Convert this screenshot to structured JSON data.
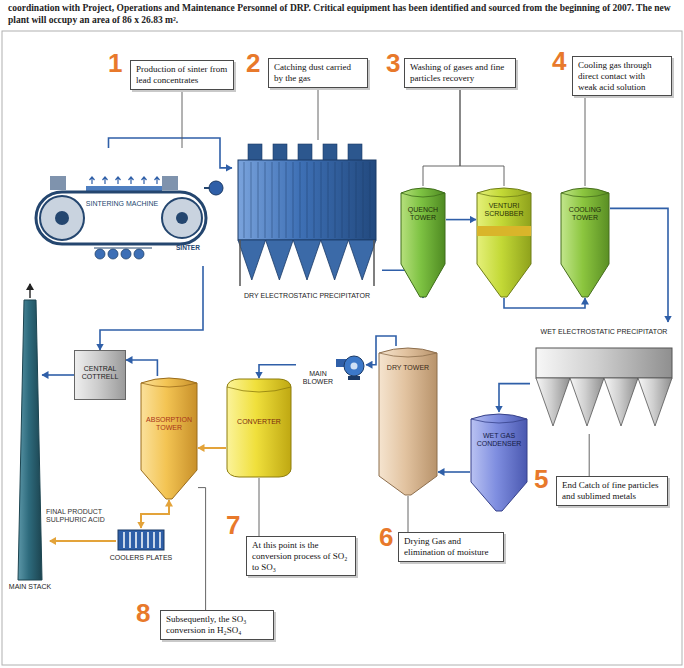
{
  "diagram": {
    "nodes": [
      {
        "text": [
          "Production of sinter from lead concentrates"
        ]
      },
      {
        "text": [
          "Catching dust carried by the gas"
        ]
      },
      {
        "text": [
          "Washing of gases and fine particles recovery"
        ]
      },
      {
        "text": [
          "Cooling gas through direct contact with weak acid solution"
        ]
      },
      {
        "text": [
          "SINTERING MACHINE"
        ]
      },
      {
        "text": [
          "DRY ELECTROSTATIC PRECIPITATOR"
        ]
      },
      {
        "text": [
          "QUENCH TOWER"
        ]
      },
      {
        "text": [
          "VENTURI SCRUBBER"
        ]
      },
      {
        "text": [
          "COOLING TOWER"
        ]
      },
      {
        "text": [
          "WET ELECTROSTATIC PRECIPITATOR"
        ]
      },
      {
        "text": [
          "WET GAS CONDENSER"
        ]
      },
      {
        "text": [
          "DRY TOWER"
        ]
      },
      {
        "text": [
          "MAIN BLOWER"
        ]
      },
      {
        "text": [
          "CONVERTER"
        ]
      },
      {
        "text": [
          "ABSORPTION TOWER"
        ]
      },
      {
        "text": [
          "CENTRAL COTTRELL"
        ]
      },
      {
        "text": [
          "MAIN STACK"
        ]
      },
      {
        "text": [
          "COOLERS PLATES"
        ]
      },
      {
        "text": [
          "End Catch of fine particles and sublimed metals"
        ]
      },
      {
        "text": [
          "Drying Gas and elimination of moisture"
        ]
      },
      {
        "text": [
          "At this point is the conversion process of SO₂ to SO₃"
        ]
      },
      {
        "text": [
          "Subsequently, the SO₃ conversion in H₂SO₄"
        ]
      }
    ],
    "edges": [
      {
        "from": 4,
        "to": 5,
        "arrow": "to"
      },
      {
        "from": 5,
        "to": 6,
        "arrow": "to"
      },
      {
        "from": 6,
        "to": 7,
        "arrow": "to"
      },
      {
        "from": 7,
        "to": 8,
        "arrow": "to"
      },
      {
        "from": 8,
        "to": 9,
        "arrow": "to"
      },
      {
        "from": 9,
        "to": 10,
        "arrow": "to"
      },
      {
        "from": 10,
        "to": 11,
        "arrow": "to"
      },
      {
        "from": 11,
        "to": 12,
        "arrow": "to"
      },
      {
        "from": 12,
        "to": 13,
        "arrow": "to"
      },
      {
        "from": 13,
        "to": 14,
        "arrow": "to"
      },
      {
        "from": 14,
        "to": 17,
        "arrow": "both"
      },
      {
        "from": 14,
        "to": 15,
        "arrow": "to"
      },
      {
        "from": 15,
        "to": 16,
        "arrow": "to"
      },
      {
        "from": 4,
        "to": 15,
        "arrow": "to"
      },
      {
        "from": 0,
        "to": 4,
        "arrow": "none"
      },
      {
        "from": 1,
        "to": 5,
        "arrow": "none"
      },
      {
        "from": 2,
        "to": 6,
        "arrow": "none"
      },
      {
        "from": 2,
        "to": 7,
        "arrow": "none"
      },
      {
        "from": 3,
        "to": 8,
        "arrow": "none"
      },
      {
        "from": 18,
        "to": 9,
        "arrow": "none"
      },
      {
        "from": 19,
        "to": 11,
        "arrow": "none"
      },
      {
        "from": 20,
        "to": 13,
        "arrow": "none"
      },
      {
        "from": 21,
        "to": 14,
        "arrow": "none"
      }
    ],
    "labels": [
      "coordination with Project, Operations and Maintenance Personnel of DRP. Critical equipment has been identified and sourced from the beginning of 2007. The new plant will occupy an area of 86 x 26.83 m².",
      "1",
      "2",
      "3",
      "4",
      "5",
      "6",
      "7",
      "8",
      "SINTER",
      "FINAL PRODUCT SULPHURIC ACID"
    ]
  }
}
